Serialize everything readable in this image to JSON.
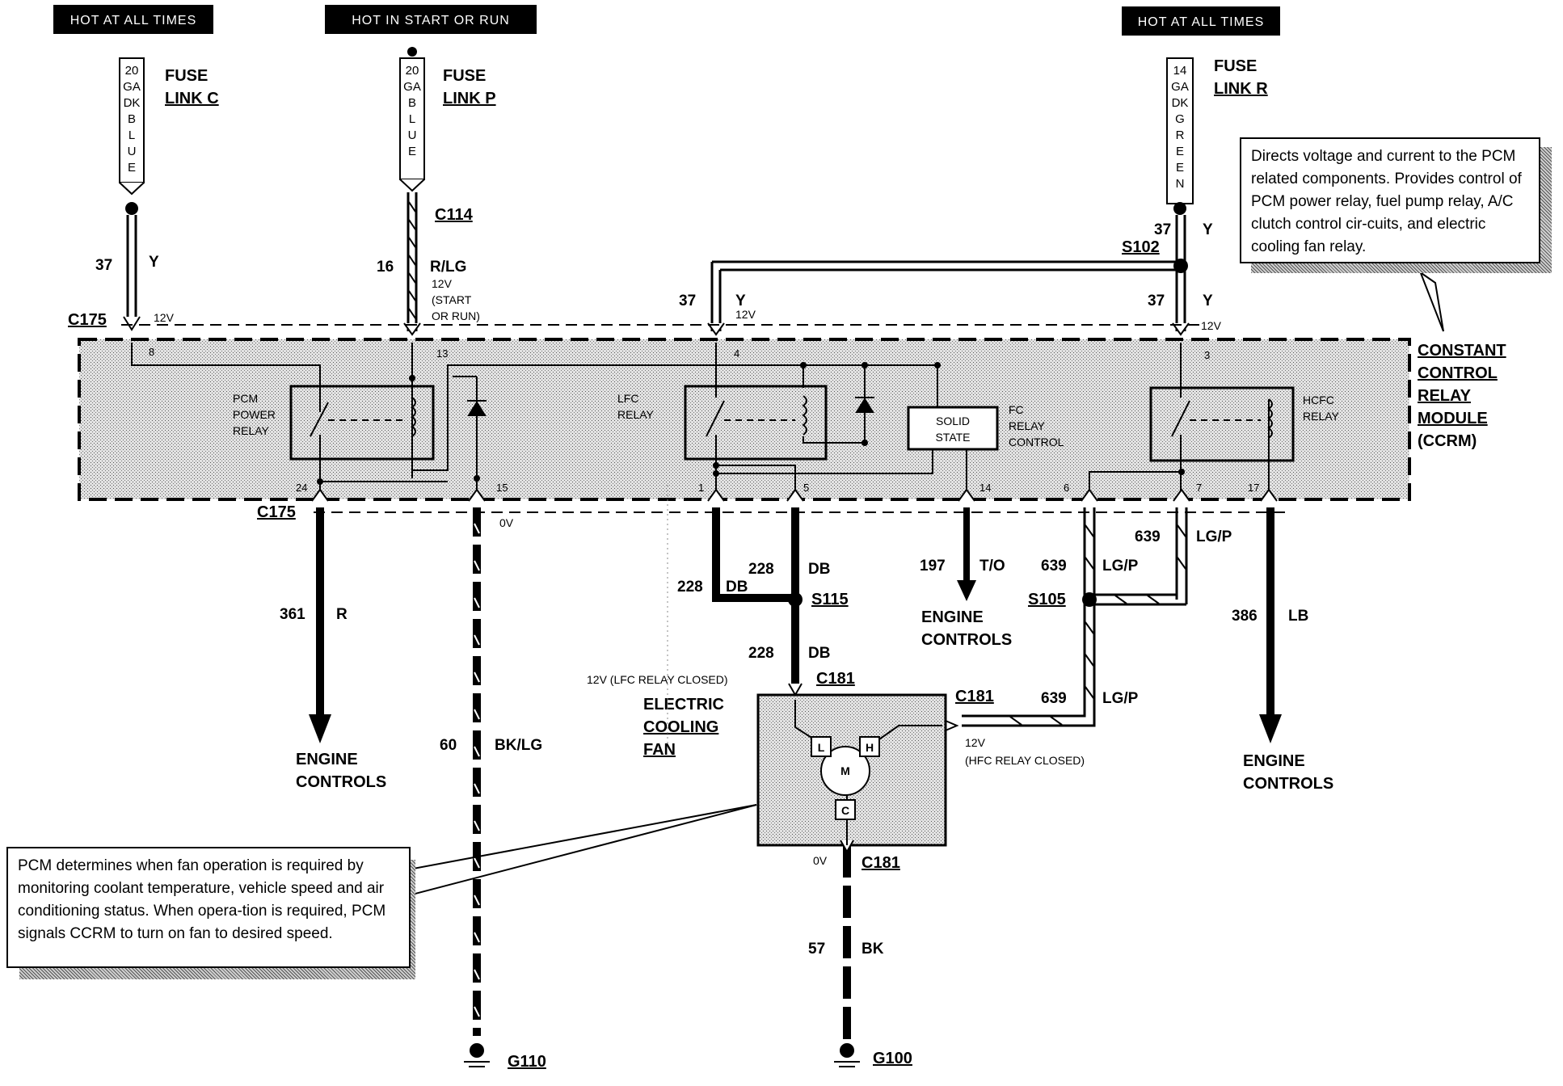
{
  "headers": {
    "hot_at_all_times_left": "HOT AT ALL TIMES",
    "hot_in_start_or_run": "HOT IN START OR RUN",
    "hot_at_all_times_right": "HOT AT ALL TIMES"
  },
  "fuses": {
    "c": {
      "gauge": [
        "20",
        "GA",
        "DK",
        "B",
        "L",
        "U",
        "E"
      ],
      "name1": "FUSE",
      "name2": "LINK C"
    },
    "p": {
      "gauge": [
        "20",
        "GA",
        "B",
        "L",
        "U",
        "E"
      ],
      "name1": "FUSE",
      "name2": "LINK P"
    },
    "r": {
      "gauge": [
        "14",
        "GA",
        "DK",
        "G",
        "R",
        "E",
        "E",
        "N"
      ],
      "name1": "FUSE",
      "name2": "LINK R"
    }
  },
  "connectors": {
    "c114": "C114",
    "c175_top": "C175",
    "c175_bottom": "C175",
    "s102": "S102",
    "s115": "S115",
    "s105": "S105",
    "c181_top": "C181",
    "c181_right": "C181",
    "c181_bottom": "C181",
    "g110": "G110",
    "g100": "G100"
  },
  "wires": {
    "w37_c_num": "37",
    "w37_c_color": "Y",
    "w16_num": "16",
    "w16_color": "R/LG",
    "w37_s102_num": "37",
    "w37_s102_color": "Y",
    "w37_mid_num": "37",
    "w37_mid_color": "Y",
    "w37_right_num": "37",
    "w37_right_color": "Y",
    "w361_num": "361",
    "w361_color": "R",
    "w60_num": "60",
    "w60_color": "BK/LG",
    "w228a_num": "228",
    "w228a_color": "DB",
    "w228b_num": "228",
    "w228b_color": "DB",
    "w228c_num": "228",
    "w228c_color": "DB",
    "w197_num": "197",
    "w197_color": "T/O",
    "w639a_num": "639",
    "w639a_color": "LG/P",
    "w639b_num": "639",
    "w639b_color": "LG/P",
    "w639c_num": "639",
    "w639c_color": "LG/P",
    "w386_num": "386",
    "w386_color": "LB",
    "w57_num": "57",
    "w57_color": "BK"
  },
  "voltages": {
    "v12_c": "12V",
    "v12_start_1": "12V",
    "v12_start_2": "(START",
    "v12_start_3": "OR RUN)",
    "v12_mid": "12V",
    "v12_right": "12V",
    "v0_left": "0V",
    "v12_lfc": "12V (LFC RELAY CLOSED)",
    "v12_hfc_1": "12V",
    "v12_hfc_2": "(HFC RELAY CLOSED)",
    "v0_fan": "0V"
  },
  "pins": {
    "p8": "8",
    "p13": "13",
    "p4": "4",
    "p3": "3",
    "p24": "24",
    "p15": "15",
    "p1": "1",
    "p5": "5",
    "p14": "14",
    "p6": "6",
    "p7": "7",
    "p17": "17"
  },
  "relays": {
    "pcm_1": "PCM",
    "pcm_2": "POWER",
    "pcm_3": "RELAY",
    "lfc_1": "LFC",
    "lfc_2": "RELAY",
    "solid_1": "SOLID",
    "solid_2": "STATE",
    "fc_1": "FC",
    "fc_2": "RELAY",
    "fc_3": "CONTROL",
    "hcfc_1": "HCFC",
    "hcfc_2": "RELAY"
  },
  "module": {
    "line1": "CONSTANT",
    "line2": "CONTROL",
    "line3": "RELAY",
    "line4": "MODULE",
    "line5": "(CCRM)"
  },
  "destinations": {
    "ec_left_1": "ENGINE",
    "ec_left_2": "CONTROLS",
    "ec_mid_1": "ENGINE",
    "ec_mid_2": "CONTROLS",
    "ec_right_1": "ENGINE",
    "ec_right_2": "CONTROLS"
  },
  "fan": {
    "title1": "ELECTRIC",
    "title2": "COOLING",
    "title3": "FAN",
    "motor": "M",
    "low": "L",
    "high": "H",
    "common": "C"
  },
  "notes": {
    "ccrm_note": "Directs voltage and current to the PCM related components. Provides control of PCM power relay, fuel pump relay, A/C clutch control cir-cuits, and electric cooling fan relay.",
    "pcm_note": "PCM determines when fan operation is required by monitoring coolant temperature, vehicle speed and air conditioning status. When opera-tion is required, PCM signals CCRM to turn on fan to desired speed."
  }
}
